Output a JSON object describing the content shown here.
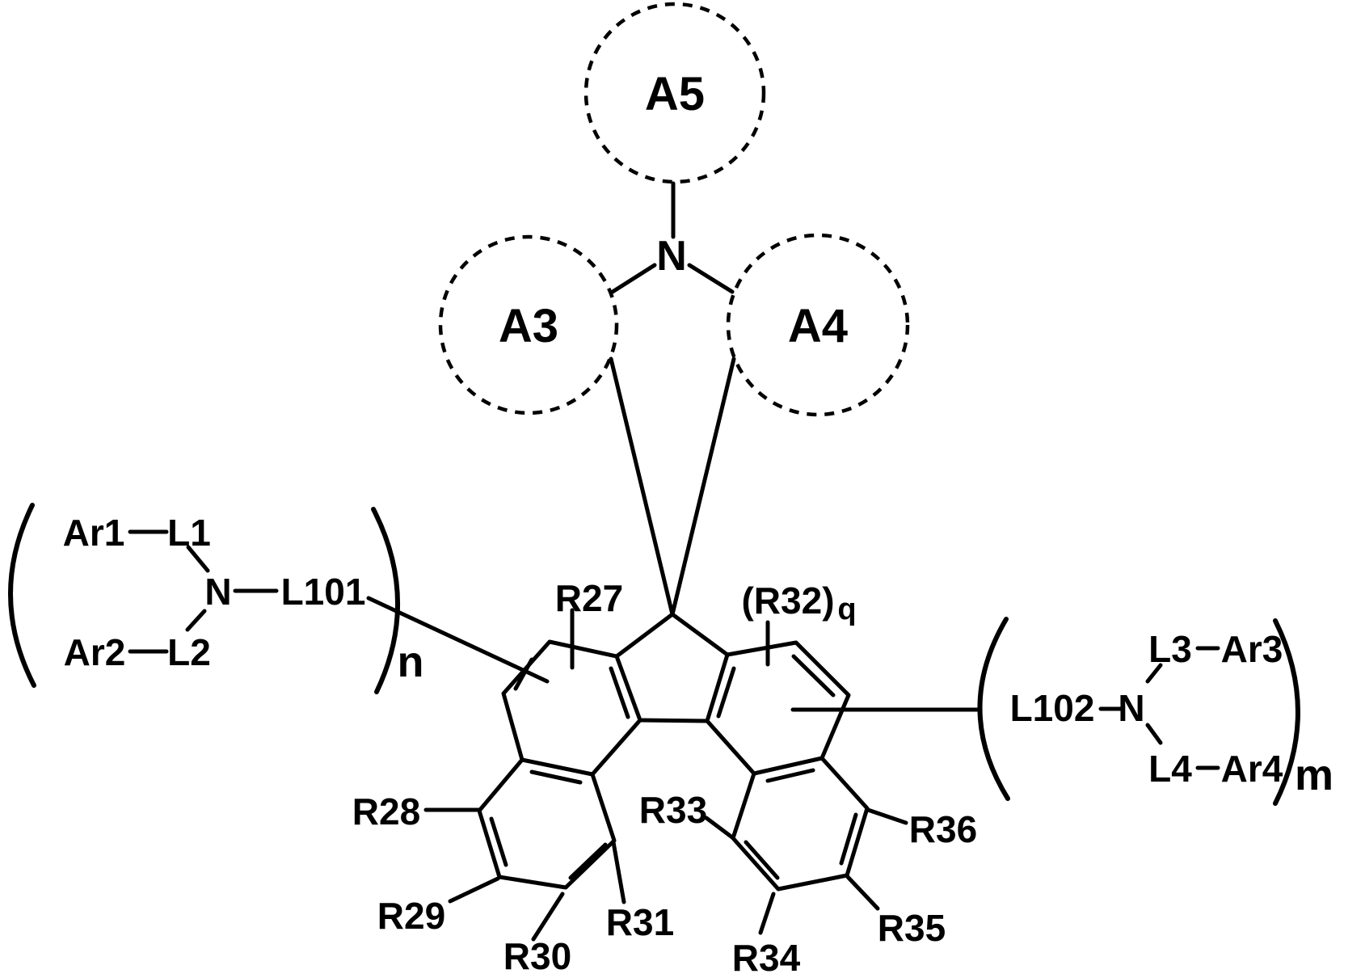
{
  "diagram": {
    "type": "chemical-structure-formula",
    "ink_color": "#000000",
    "background_color": "#ffffff",
    "aryl_circles": {
      "a3": "A3",
      "a4": "A4",
      "a5": "A5"
    },
    "core": {
      "nitrogen": "N",
      "r27": "R27",
      "r32_group": "(R32)",
      "r32_subscript": "q",
      "r28": "R28",
      "r29": "R29",
      "r30": "R30",
      "r31": "R31",
      "r33": "R33",
      "r34": "R34",
      "r35": "R35",
      "r36": "R36"
    },
    "left_amine": {
      "ar1": "Ar1",
      "l1": "L1",
      "nitrogen": "N",
      "l101": "L101",
      "ar2": "Ar2",
      "l2": "L2",
      "subscript": "n"
    },
    "right_amine": {
      "l102": "L102",
      "nitrogen": "N",
      "l3": "L3",
      "ar3": "Ar3",
      "l4": "L4",
      "ar4": "Ar4",
      "subscript": "m"
    }
  }
}
